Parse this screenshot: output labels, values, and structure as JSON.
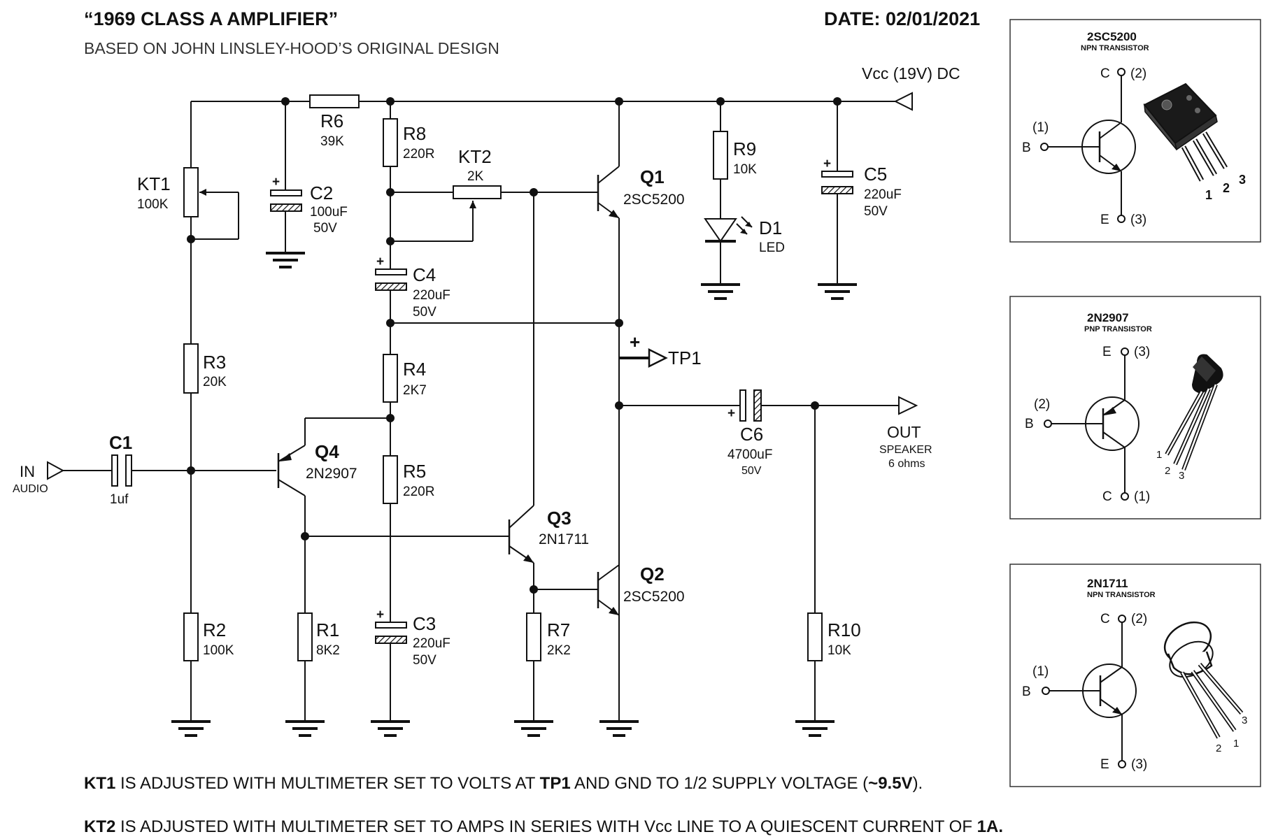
{
  "header": {
    "title": "“1969 CLASS A AMPLIFIER”",
    "subtitle": "BASED ON JOHN LINSLEY-HOOD’S ORIGINAL DESIGN",
    "date": "DATE: 02/01/2021"
  },
  "supply": {
    "label": "Vcc (19V) DC"
  },
  "components": {
    "kt1": {
      "ref": "KT1",
      "value": "100K"
    },
    "kt2": {
      "ref": "KT2",
      "value": "2K"
    },
    "r1": {
      "ref": "R1",
      "value": "8K2"
    },
    "r2": {
      "ref": "R2",
      "value": "100K"
    },
    "r3": {
      "ref": "R3",
      "value": "20K"
    },
    "r4": {
      "ref": "R4",
      "value": "2K7"
    },
    "r5": {
      "ref": "R5",
      "value": "220R"
    },
    "r6": {
      "ref": "R6",
      "value": "39K"
    },
    "r7": {
      "ref": "R7",
      "value": "2K2"
    },
    "r8": {
      "ref": "R8",
      "value": "220R"
    },
    "r9": {
      "ref": "R9",
      "value": "10K"
    },
    "r10": {
      "ref": "R10",
      "value": "10K"
    },
    "c1": {
      "ref": "C1",
      "value": "1uf"
    },
    "c2": {
      "ref": "C2",
      "value": "100uF",
      "voltage": "50V"
    },
    "c3": {
      "ref": "C3",
      "value": "220uF",
      "voltage": "50V"
    },
    "c4": {
      "ref": "C4",
      "value": "220uF",
      "voltage": "50V"
    },
    "c5": {
      "ref": "C5",
      "value": "220uF",
      "voltage": "50V"
    },
    "c6": {
      "ref": "C6",
      "value": "4700uF",
      "voltage": "50V"
    },
    "d1": {
      "ref": "D1",
      "value": "LED"
    },
    "q1": {
      "ref": "Q1",
      "value": "2SC5200"
    },
    "q2": {
      "ref": "Q2",
      "value": "2SC5200"
    },
    "q3": {
      "ref": "Q3",
      "value": "2N1711"
    },
    "q4": {
      "ref": "Q4",
      "value": "2N2907"
    }
  },
  "ports": {
    "input": {
      "label": "IN",
      "sub": "AUDIO"
    },
    "output": {
      "label": "OUT",
      "sub1": "SPEAKER",
      "sub2": "6 ohms"
    },
    "testpoint": {
      "label": "TP1",
      "sign": "+"
    }
  },
  "cap_plus": "+",
  "packages": [
    {
      "part": "2SC5200",
      "type": "NPN TRANSISTOR",
      "top_pin": "C",
      "top_num": "(2)",
      "base_pin": "B",
      "base_num": "(1)",
      "bot_pin": "E",
      "bot_num": "(3)",
      "leg1": "1",
      "leg2": "2",
      "leg3": "3"
    },
    {
      "part": "2N2907",
      "type": "PNP TRANSISTOR",
      "top_pin": "E",
      "top_num": "(3)",
      "base_pin": "B",
      "base_num": "(2)",
      "bot_pin": "C",
      "bot_num": "(1)",
      "leg1": "1",
      "leg2": "2",
      "leg3": "3"
    },
    {
      "part": "2N1711",
      "type": "NPN TRANSISTOR",
      "top_pin": "C",
      "top_num": "(2)",
      "base_pin": "B",
      "base_num": "(1)",
      "bot_pin": "E",
      "bot_num": "(3)",
      "leg1": "1",
      "leg2": "2",
      "leg3": "3"
    }
  ],
  "notes": {
    "kt1": {
      "b1": "KT1",
      "t1": " IS ADJUSTED WITH MULTIMETER SET TO VOLTS AT ",
      "b2": "TP1",
      "t2": " AND GND TO 1/2 SUPPLY VOLTAGE (",
      "b3": "~9.5V",
      "t3": ")."
    },
    "kt2": {
      "b1": "KT2",
      "t1": " IS ADJUSTED WITH MULTIMETER SET TO AMPS IN SERIES WITH Vcc LINE TO A QUIESCENT CURRENT OF ",
      "b2": "1A."
    }
  }
}
